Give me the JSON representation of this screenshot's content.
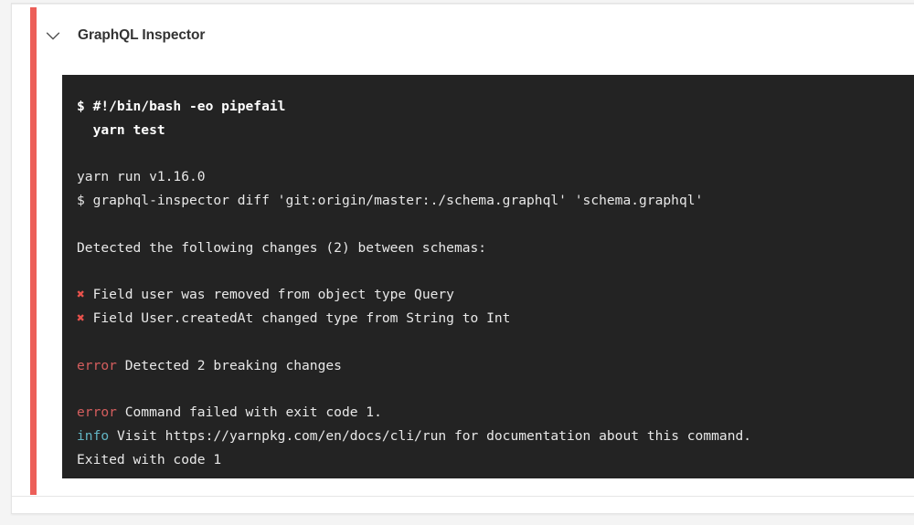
{
  "page": {
    "background_color": "#f4f4f4"
  },
  "card": {
    "background_color": "#ffffff",
    "border_color": "#e4e4e4",
    "accent_color": "#ec5f59"
  },
  "step": {
    "collapse_icon": "chevron-down-icon",
    "title": "GraphQL Inspector"
  },
  "terminal": {
    "background_color": "#232323",
    "default_text_color": "#e8e8e8",
    "error_color": "#d45e5e",
    "info_color": "#62b5c4",
    "marker_color": "#e8524c",
    "lines": [
      {
        "type": "command",
        "text": "$ #!/bin/bash -eo pipefail"
      },
      {
        "type": "command",
        "text": "  yarn test"
      },
      {
        "type": "blank",
        "text": ""
      },
      {
        "type": "plain",
        "text": "yarn run v1.16.0"
      },
      {
        "type": "plain",
        "text": "$ graphql-inspector diff 'git:origin/master:./schema.graphql' 'schema.graphql'"
      },
      {
        "type": "blank",
        "text": ""
      },
      {
        "type": "plain",
        "text": "Detected the following changes (2) between schemas:"
      },
      {
        "type": "blank",
        "text": ""
      },
      {
        "type": "marker",
        "marker": "✖",
        "text": " Field user was removed from object type Query"
      },
      {
        "type": "marker",
        "marker": "✖",
        "text": " Field User.createdAt changed type from String to Int"
      },
      {
        "type": "blank",
        "text": ""
      },
      {
        "type": "error",
        "label": "error",
        "text": " Detected 2 breaking changes"
      },
      {
        "type": "blank",
        "text": ""
      },
      {
        "type": "error",
        "label": "error",
        "text": " Command failed with exit code 1."
      },
      {
        "type": "info",
        "label": "info",
        "text": " Visit https://yarnpkg.com/en/docs/cli/run for documentation about this command."
      },
      {
        "type": "plain",
        "text": "Exited with code 1"
      }
    ]
  }
}
